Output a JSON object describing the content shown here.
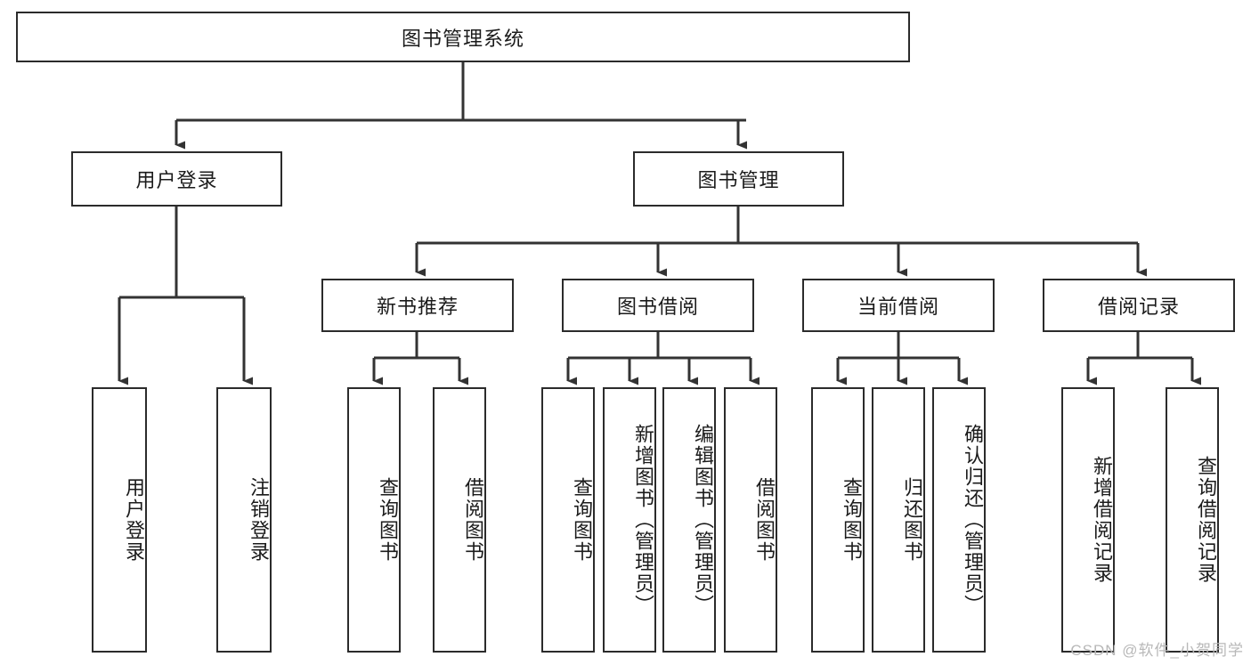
{
  "diagram": {
    "title": "图书管理系统",
    "type": "hierarchy-tree",
    "root": {
      "label": "图书管理系统"
    },
    "level2": [
      {
        "label": "用户登录"
      },
      {
        "label": "图书管理"
      }
    ],
    "level3": [
      {
        "label": "新书推荐"
      },
      {
        "label": "图书借阅"
      },
      {
        "label": "当前借阅"
      },
      {
        "label": "借阅记录"
      }
    ],
    "leaves": {
      "user_login": [
        {
          "label": "用户登录"
        },
        {
          "label": "注销登录"
        }
      ],
      "new_book": [
        {
          "label": "查询图书"
        },
        {
          "label": "借阅图书"
        }
      ],
      "book_borrow": [
        {
          "label": "查询图书"
        },
        {
          "label": "新增图书（管理员）"
        },
        {
          "label": "编辑图书（管理员）"
        },
        {
          "label": "借阅图书"
        }
      ],
      "current_borrow": [
        {
          "label": "查询图书"
        },
        {
          "label": "归还图书"
        },
        {
          "label": "确认归还（管理员）"
        }
      ],
      "borrow_record": [
        {
          "label": "新增借阅记录"
        },
        {
          "label": "查询借阅记录"
        }
      ]
    }
  },
  "watermark": {
    "text": "CSDN @软件_小贺同学"
  },
  "colors": {
    "border": "#2b2b2b",
    "background": "#ffffff",
    "text": "#1b1b1b",
    "connector": "#333333",
    "watermark": "#b8b8b8"
  }
}
